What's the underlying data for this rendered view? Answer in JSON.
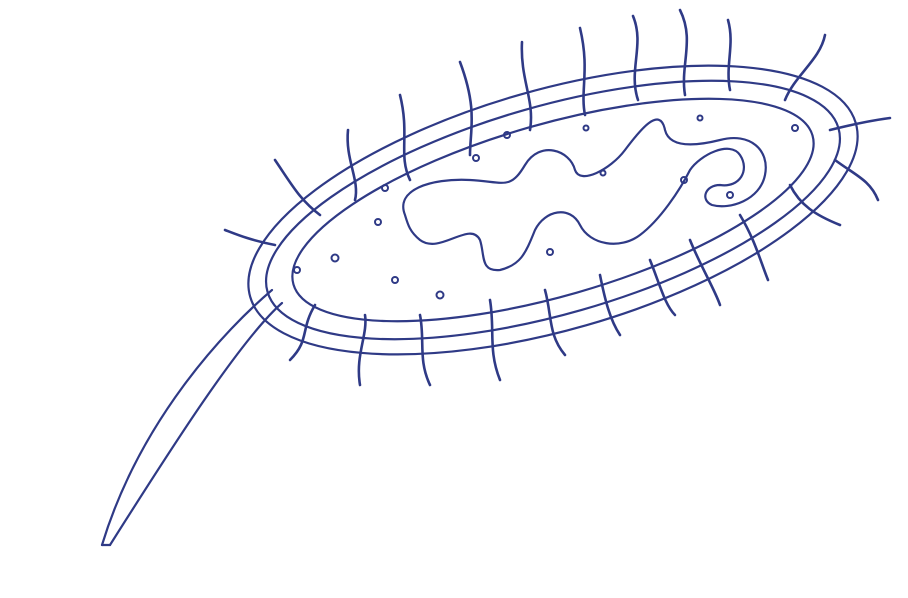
{
  "diagram": {
    "subject": "bacterium",
    "style": "line-drawing",
    "colors": {
      "ink": "#2f3a86",
      "background": "#ffffff"
    },
    "parts": {
      "cell_wall": "outer-capsule",
      "cell_membrane": "inner-membrane",
      "nucleoid": "coiled-dna",
      "ribosomes": "granules",
      "pili": "short-hair-like-appendages",
      "flagellum": "long-whip-tail"
    }
  }
}
